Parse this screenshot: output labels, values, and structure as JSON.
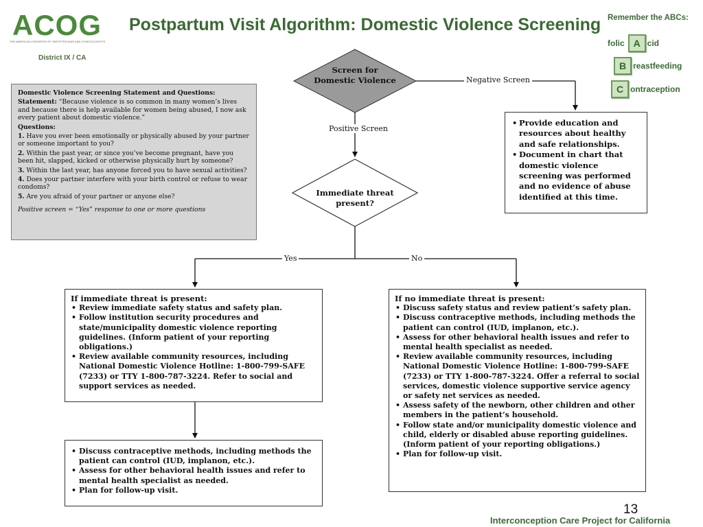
{
  "header": {
    "logo": "ACOG",
    "logo_subtitle": "THE AMERICAN CONGRESS OF OBSTETRICIANS AND GYNECOLOGISTS",
    "district": "District IX / CA",
    "title": "Postpartum Visit Algorithm: Domestic Violence Screening"
  },
  "abcs": {
    "title": "Remember the ABCs:",
    "items": [
      {
        "prefix": "folic",
        "letter": "A",
        "rest": "cid"
      },
      {
        "prefix": "",
        "letter": "B",
        "rest": "reastfeeding"
      },
      {
        "prefix": "",
        "letter": "C",
        "rest": "ontraception"
      }
    ]
  },
  "screening_box": {
    "heading": "Domestic Violence Screening Statement and Questions:",
    "statement_label": "Statement:",
    "statement": "“Because violence is so common in many women’s lives and because there is help available for women being abused, I now ask every patient about domestic violence.”",
    "questions_label": "Questions:",
    "questions": [
      {
        "num": "1.",
        "text": "Have you ever been emotionally or physically abused by your partner or someone important to you?"
      },
      {
        "num": "2.",
        "text": "Within the past year, or since you’ve become pregnant, have you been hit, slapped, kicked or otherwise physically hurt by someone?"
      },
      {
        "num": "3.",
        "text": "Within the last year, has anyone forced you to have sexual activities?"
      },
      {
        "num": "4.",
        "text": "Does your partner interfere with your birth control or refuse to wear condoms?"
      },
      {
        "num": "5.",
        "text": "Are you afraid of your partner or anyone else?"
      }
    ],
    "positive_note": "Positive screen = “Yes” response to one or more questions"
  },
  "flow": {
    "screen_line1": "Screen for",
    "screen_line2": "Domestic Violence",
    "negative_label": "Negative Screen",
    "positive_label": "Positive Screen",
    "threat_question": "Immediate threat present?",
    "yes_label": "Yes",
    "no_label": "No"
  },
  "negative_box": {
    "items": [
      "Provide education and resources about healthy and safe relationships.",
      "Document in chart that domestic violence screening was performed and no evidence of abuse identified at this time."
    ]
  },
  "threat_box": {
    "heading": "If immediate threat is present:",
    "items": [
      "Review immediate safety status and safety plan.",
      "Follow institution security procedures and state/municipality domestic violence reporting guidelines. (Inform patient of your reporting obligations.)",
      "Review available community resources, including National Domestic Violence Hotline: 1-800-799-SAFE (7233) or TTY 1-800-787-3224. Refer to social and support services as needed."
    ]
  },
  "no_threat_box": {
    "heading": "If no immediate threat is present:",
    "items": [
      "Discuss safety status and review patient’s safety plan.",
      "Discuss contraceptive methods, including methods the patient can control (IUD, implanon, etc.).",
      "Assess for other behavioral health issues and refer to mental health specialist as needed.",
      "Review available community resources, including National Domestic Violence Hotline: 1-800-799-SAFE (7233) or TTY 1-800-787-3224. Offer a referral to social services, domestic violence supportive service agency or safety net services as needed.",
      "Assess safety of the newborn, other children and other members in the patient’s household.",
      "Follow state and/or municipality domestic violence and child, elderly or disabled abuse reporting guidelines. (Inform patient of your reporting obligations.)",
      "Plan for follow-up visit."
    ]
  },
  "followup_box": {
    "items": [
      "Discuss contraceptive methods, including methods the patient can control (IUD, implanon, etc.).",
      "Assess for other behavioral health issues and refer to mental health specialist as needed.",
      "Plan for follow-up visit."
    ]
  },
  "footer": {
    "page_number": "13",
    "project": "Interconception Care Project for California"
  }
}
